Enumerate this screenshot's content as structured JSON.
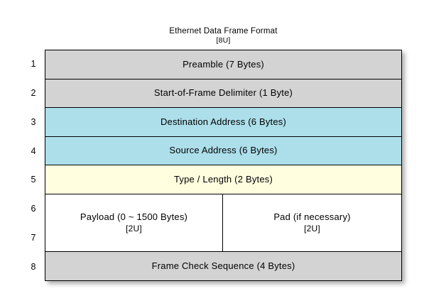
{
  "diagram": {
    "title": "Ethernet Data Frame Format",
    "subtitle": "[8U]",
    "row_numbers": [
      "1",
      "2",
      "3",
      "4",
      "5",
      "6",
      "7",
      "8"
    ],
    "colors": {
      "gray": "#d3d3d3",
      "blue": "#addfeb",
      "yellow": "#ffffe0",
      "white": "#ffffff",
      "border": "#000000",
      "background": "#ffffff"
    },
    "rows": [
      {
        "index": "1",
        "label": "Preamble (7 Bytes)",
        "fill": "gray",
        "span": 1
      },
      {
        "index": "2",
        "label": "Start-of-Frame Delimiter (1 Byte)",
        "fill": "gray",
        "span": 1
      },
      {
        "index": "3",
        "label": "Destination Address (6 Bytes)",
        "fill": "blue",
        "span": 1
      },
      {
        "index": "4",
        "label": "Source Address (6 Bytes)",
        "fill": "blue",
        "span": 1
      },
      {
        "index": "5",
        "label": "Type / Length (2 Bytes)",
        "fill": "yellow",
        "span": 1
      },
      {
        "index": "6-7",
        "fill": "white",
        "span": 2,
        "split": true,
        "left": {
          "label": "Payload (0 ~ 1500 Bytes)",
          "tag": "[2U]"
        },
        "right": {
          "label": "Pad (if necessary)",
          "tag": "[2U]"
        }
      },
      {
        "index": "8",
        "label": "Frame Check Sequence (4 Bytes)",
        "fill": "gray",
        "span": 1
      }
    ]
  }
}
